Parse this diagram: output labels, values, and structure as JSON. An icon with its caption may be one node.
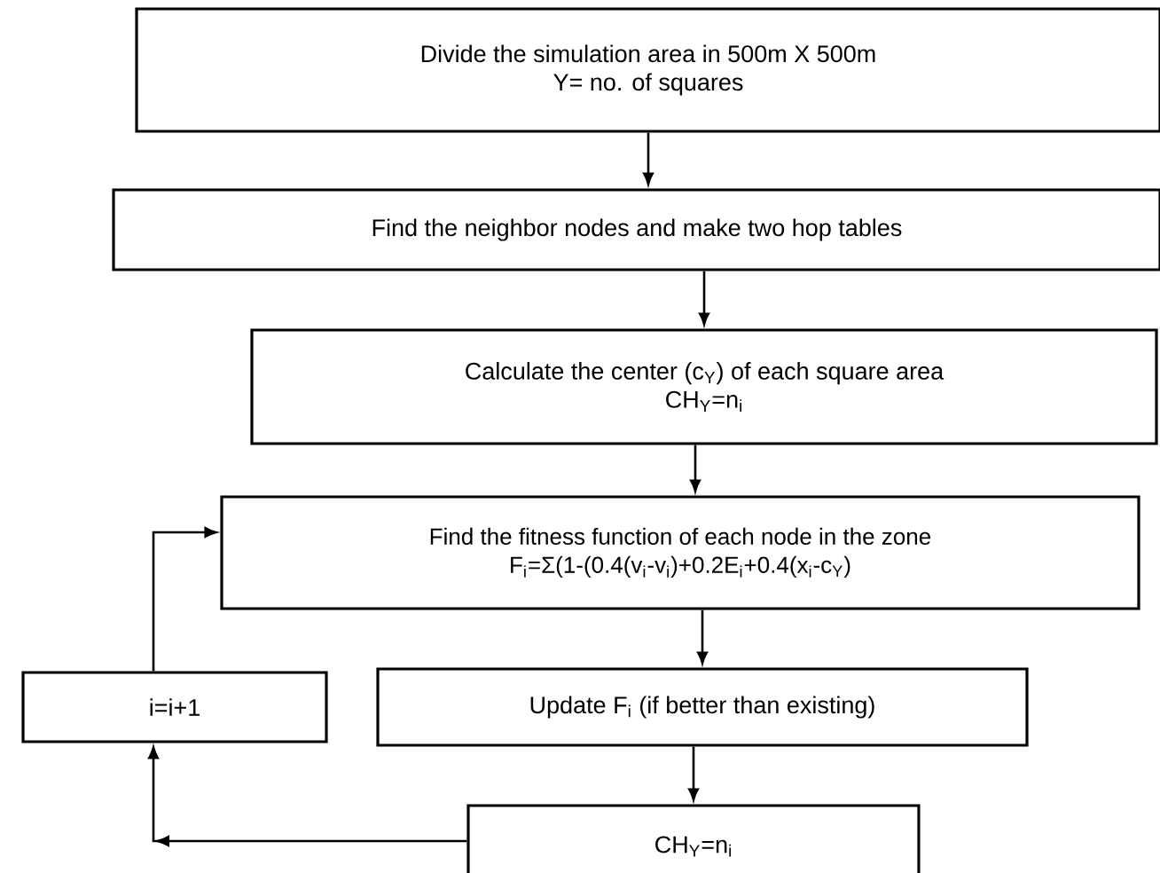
{
  "diagram": {
    "nodes": [
      {
        "text": [
          "Divide the simulation area in 500m X 500m",
          "Y= no. of squares"
        ]
      },
      {
        "text": [
          "Find the neighbor nodes and make two hop tables"
        ]
      },
      {
        "text": [
          "Calculate the center (c$_{Y}$) of each square area",
          "CH$_{Y}$=n$_{i}$"
        ]
      },
      {
        "text": [
          "Find the fitness function of each node in the zone",
          "F$_{i}$=Σ(1-(0.4(v$_{i}$-v$_{i}$)+0.2E$_{i}$+0.4(x$_{i}$-c$_{Y}$)"
        ]
      },
      {
        "text": [
          "i=i+1"
        ]
      },
      {
        "text": [
          "Update F$_{i}$ (if better than existing)"
        ]
      },
      {
        "text": [
          "CH$_{Y}$=n$_{i}$"
        ]
      }
    ],
    "edges": [
      {
        "from": 0,
        "to": 1,
        "arrow": "to"
      },
      {
        "from": 1,
        "to": 2,
        "arrow": "to"
      },
      {
        "from": 2,
        "to": 3,
        "arrow": "to"
      },
      {
        "from": 3,
        "to": 5,
        "arrow": "to"
      },
      {
        "from": 5,
        "to": 6,
        "arrow": "to"
      },
      {
        "from": 6,
        "to": 4,
        "arrow": "to"
      },
      {
        "from": 4,
        "to": 3,
        "arrow": "to"
      }
    ]
  }
}
